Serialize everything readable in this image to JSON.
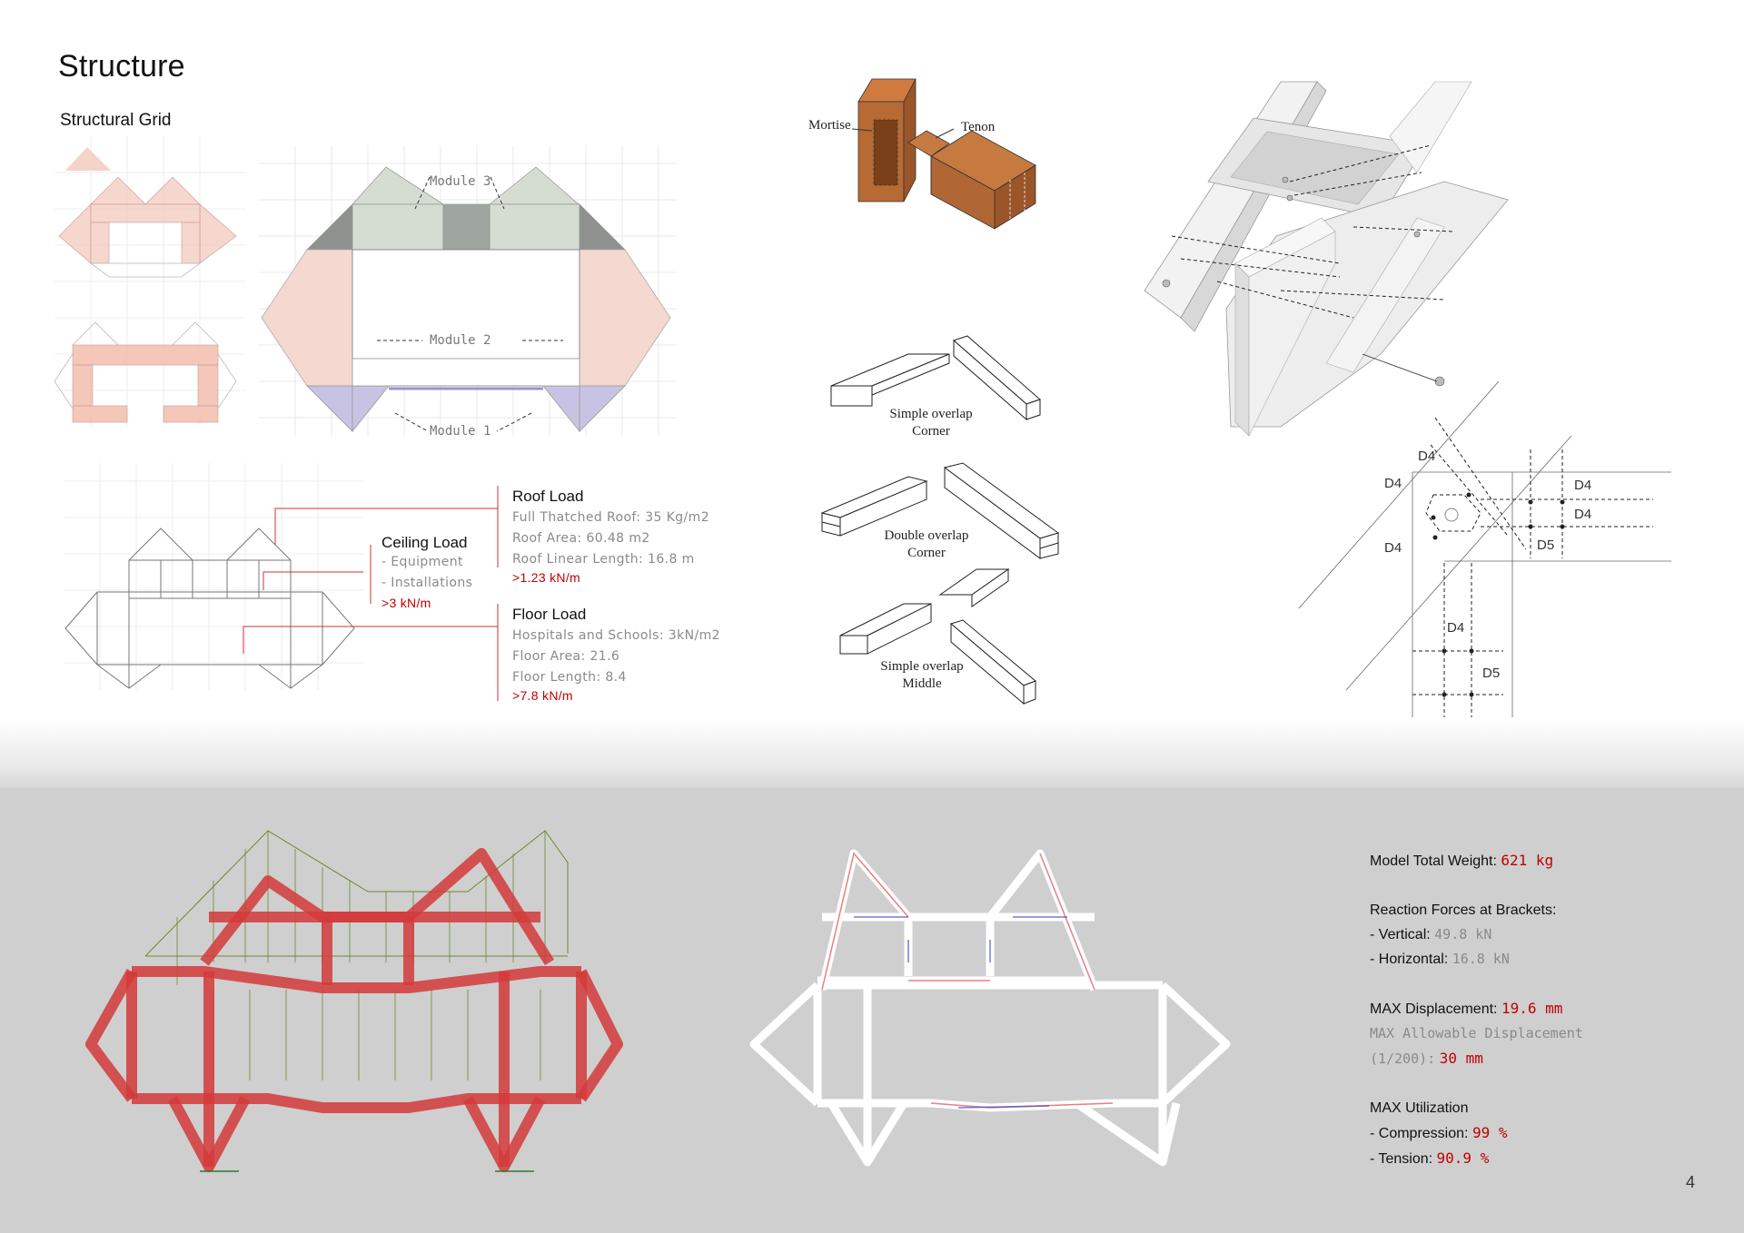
{
  "header": {
    "title": "Structure",
    "subtitle": "Structural Grid"
  },
  "grid_labels": {
    "module1": "Module 1",
    "module2": "Module 2",
    "module3": "Module 3"
  },
  "joints": {
    "mortise": "Mortise",
    "tenon": "Tenon",
    "simple_corner": [
      "Simple overlap",
      "Corner"
    ],
    "double_corner": [
      "Double overlap",
      "Corner"
    ],
    "simple_middle": [
      "Simple overlap",
      "Middle"
    ]
  },
  "bolt_labels": [
    "D4",
    "D4",
    "D4",
    "D4",
    "D4",
    "D5",
    "D4",
    "D5"
  ],
  "loads": {
    "ceiling": {
      "title": "Ceiling Load",
      "items": [
        "- Equipment",
        "- Installations"
      ],
      "result": ">3 kN/m"
    },
    "roof": {
      "title": "Roof Load",
      "items": [
        "Full Thatched Roof: 35 Kg/m2",
        "Roof Area: 60.48 m2",
        "Roof Linear Length: 16.8 m"
      ],
      "result": ">1.23 kN/m"
    },
    "floor": {
      "title": "Floor Load",
      "items": [
        "Hospitals and Schools: 3kN/m2",
        "Floor Area: 21.6",
        "Floor Length: 8.4"
      ],
      "result": ">7.8 kN/m"
    }
  },
  "analysis": {
    "total_weight_label": "Model Total Weight:",
    "total_weight_value": "621 kg",
    "reaction_title": "Reaction Forces at Brackets:",
    "vertical_label": "- Vertical:",
    "vertical_value": "49.8 kN",
    "horizontal_label": "- Horizontal:",
    "horizontal_value": "16.8 kN",
    "max_disp_label": "MAX Displacement:",
    "max_disp_value": "19.6 mm",
    "allow_disp_line1": "MAX Allowable Displacement",
    "allow_disp_line2": "(1/200):",
    "allow_disp_value": "30 mm",
    "util_title": "MAX Utilization",
    "compression_label": "- Compression:",
    "compression_value": "99 %",
    "tension_label": "- Tension:",
    "tension_value": "90.9 %"
  },
  "page_number": "4",
  "colors": {
    "accent_red": "#c00000",
    "frame_red": "#d33a3a",
    "grid_pink": "#f1c9bd",
    "grid_green": "#d5ddd3",
    "grid_purple": "#c9c3e3",
    "wood": "#b86a35"
  }
}
